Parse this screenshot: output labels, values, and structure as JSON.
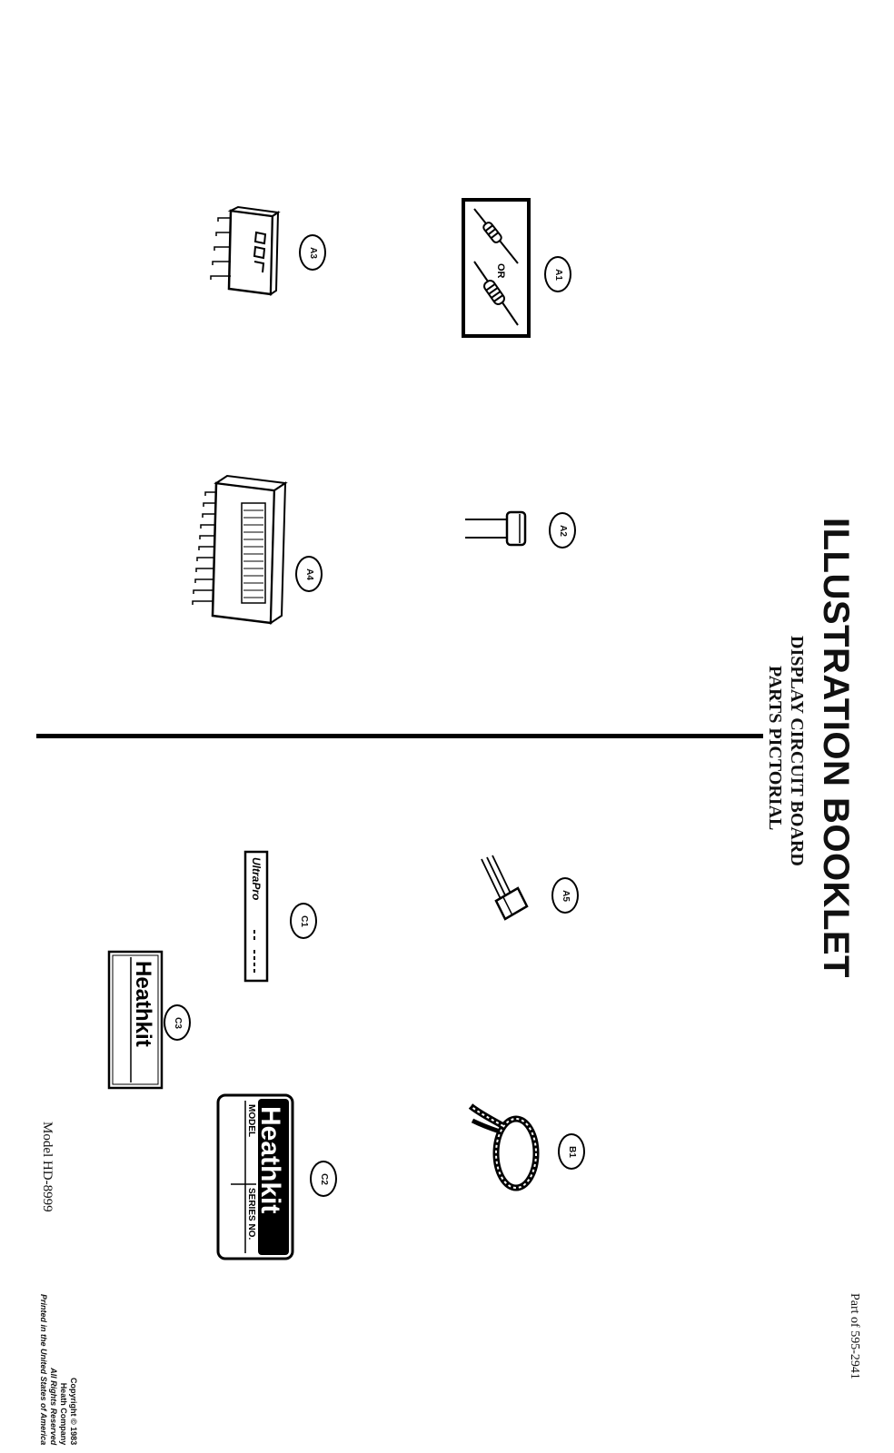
{
  "header": {
    "title": "ILLUSTRATION BOOKLET",
    "subtitle_line1": "DISPLAY CIRCUIT BOARD",
    "subtitle_line2": "PARTS PICTORIAL"
  },
  "part_number": "Part of 595-2941",
  "model": "Model HD-8999",
  "copyright": {
    "line1": "Copyright © 1983",
    "line2": "Heath Company",
    "line3": "All Rights Reserved",
    "line4": "Printed in the United States of America"
  },
  "parts": {
    "a1": {
      "label": "A1",
      "or_text": "OR"
    },
    "a2": {
      "label": "A2"
    },
    "a3": {
      "label": "A3"
    },
    "a4": {
      "label": "A4"
    },
    "a5": {
      "label": "A5"
    },
    "b1": {
      "label": "B1"
    },
    "c1": {
      "label": "C1",
      "brand": "UltraPro"
    },
    "c2": {
      "label": "C2",
      "brand": "Heathkit",
      "model_text": "MODEL",
      "series_text": "SERIES NO."
    },
    "c3": {
      "label": "C3",
      "brand": "Heathkit"
    }
  }
}
